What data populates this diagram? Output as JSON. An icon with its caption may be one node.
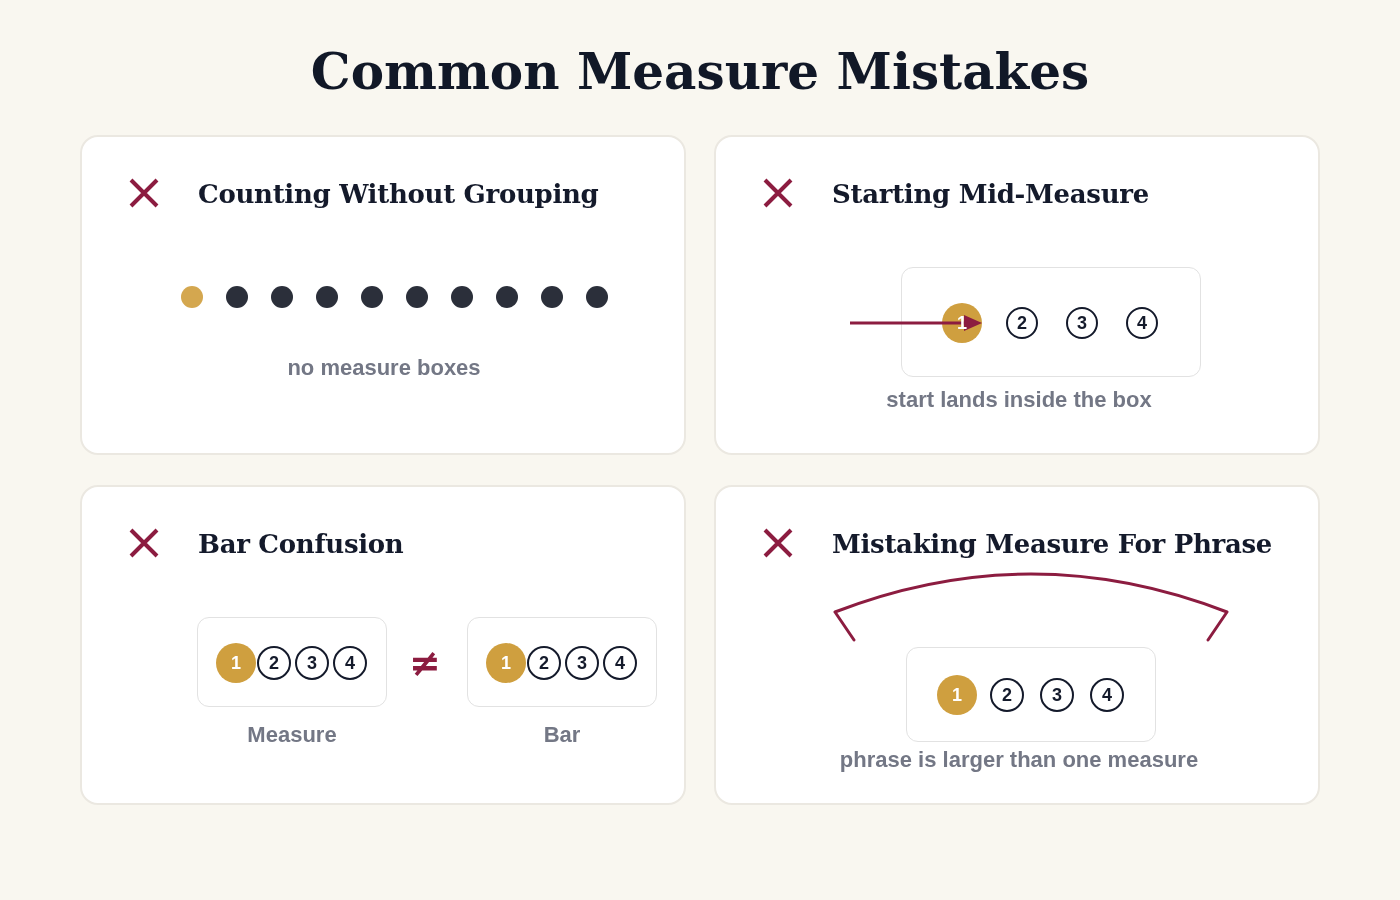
{
  "diagram": {
    "title": "Common Measure Mistakes",
    "nodes": [
      {
        "text": [
          "Counting Without Grouping",
          "no measure boxes"
        ]
      },
      {
        "text": [],
        "shape": "circle",
        "in": 0
      },
      {
        "text": [],
        "shape": "circle",
        "in": 0
      },
      {
        "text": [],
        "shape": "circle",
        "in": 0
      },
      {
        "text": [],
        "shape": "circle",
        "in": 0
      },
      {
        "text": [],
        "shape": "circle",
        "in": 0
      },
      {
        "text": [],
        "shape": "circle",
        "in": 0
      },
      {
        "text": [],
        "shape": "circle",
        "in": 0
      },
      {
        "text": [],
        "shape": "circle",
        "in": 0
      },
      {
        "text": [],
        "shape": "circle",
        "in": 0
      },
      {
        "text": [],
        "shape": "circle",
        "in": 0
      },
      {
        "text": [
          "Starting Mid-Measure",
          "start lands inside the box"
        ]
      },
      {
        "text": [],
        "shape": "box",
        "in": 11
      },
      {
        "text": [
          "1"
        ],
        "in": 12
      },
      {
        "text": [
          "2"
        ],
        "in": 12
      },
      {
        "text": [
          "3"
        ],
        "in": 12
      },
      {
        "text": [
          "4"
        ],
        "in": 12
      },
      {
        "text": [
          "Bar Confusion"
        ]
      },
      {
        "text": [],
        "shape": "box",
        "in": 17,
        "beside": [
          "Measure"
        ]
      },
      {
        "text": [
          "1"
        ],
        "in": 18
      },
      {
        "text": [
          "2"
        ],
        "in": 18
      },
      {
        "text": [
          "3"
        ],
        "in": 18
      },
      {
        "text": [
          "4"
        ],
        "in": 18
      },
      {
        "text": [],
        "shape": "box",
        "in": 17,
        "beside": [
          "Bar"
        ]
      },
      {
        "text": [
          "1"
        ],
        "in": 23
      },
      {
        "text": [
          "2"
        ],
        "in": 23
      },
      {
        "text": [
          "3"
        ],
        "in": 23
      },
      {
        "text": [
          "4"
        ],
        "in": 23
      },
      {
        "text": [
          "Mistaking Measure For Phrase",
          "phrase is larger than one measure"
        ]
      },
      {
        "text": [],
        "shape": "box",
        "in": 28
      },
      {
        "text": [
          "1"
        ],
        "in": 29
      },
      {
        "text": [
          "2"
        ],
        "in": 29
      },
      {
        "text": [
          "3"
        ],
        "in": 29
      },
      {
        "text": [
          "4"
        ],
        "in": 29
      }
    ],
    "edges": [
      {
        "from": null,
        "to": 13,
        "arrow": "to"
      }
    ],
    "labels": [
      "≠"
    ]
  }
}
